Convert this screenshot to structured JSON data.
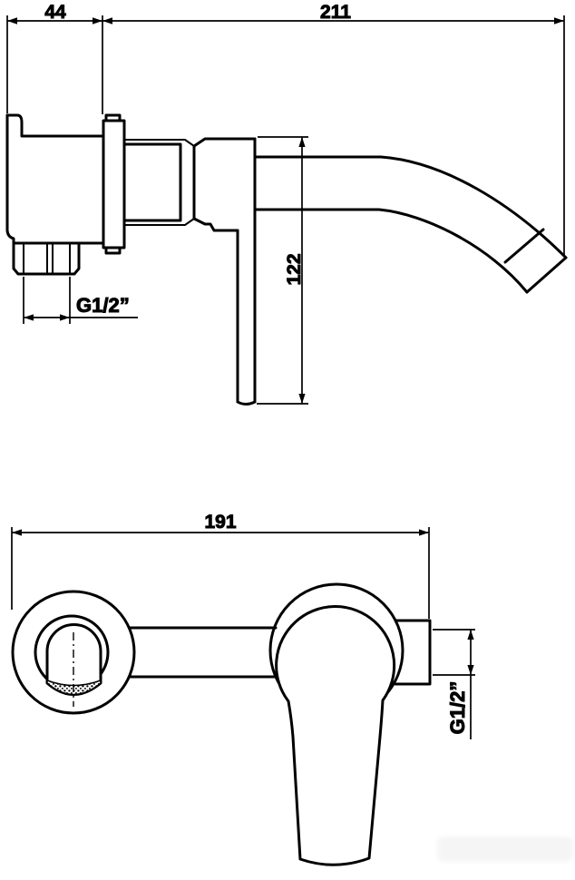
{
  "style": {
    "background": "#ffffff",
    "line_color": "#000000"
  },
  "side_view": {
    "dim_depth": "44",
    "dim_projection": "211",
    "dim_drop": "122",
    "dim_thread": "G1/2”"
  },
  "front_view": {
    "dim_width": "191",
    "dim_thread": "G1/2”"
  }
}
